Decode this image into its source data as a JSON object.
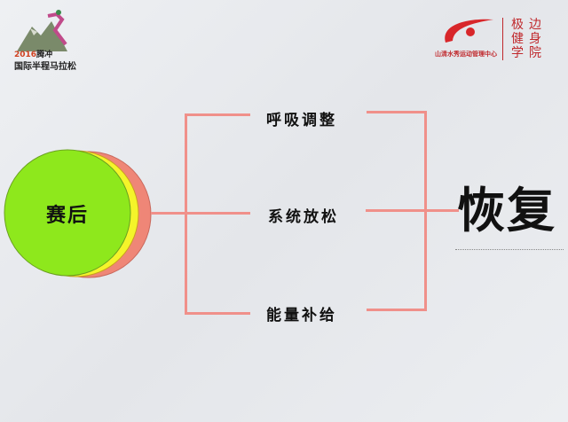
{
  "logos": {
    "left": {
      "year": "2016",
      "title_line1": "腾冲",
      "title_line2": "国际半程马拉松"
    },
    "right": {
      "org_name": "山清水秀运动管理中心",
      "academy": [
        "极",
        "边",
        "健",
        "身",
        "学",
        "院"
      ]
    }
  },
  "diagram": {
    "source": "赛后",
    "items": [
      "呼吸调整",
      "系统放松",
      "能量补给"
    ],
    "result": "恢复"
  },
  "colors": {
    "green": "#8ee81c",
    "yellow": "#f4f42a",
    "salmon": "#ef8677",
    "line": "#f0908a"
  }
}
